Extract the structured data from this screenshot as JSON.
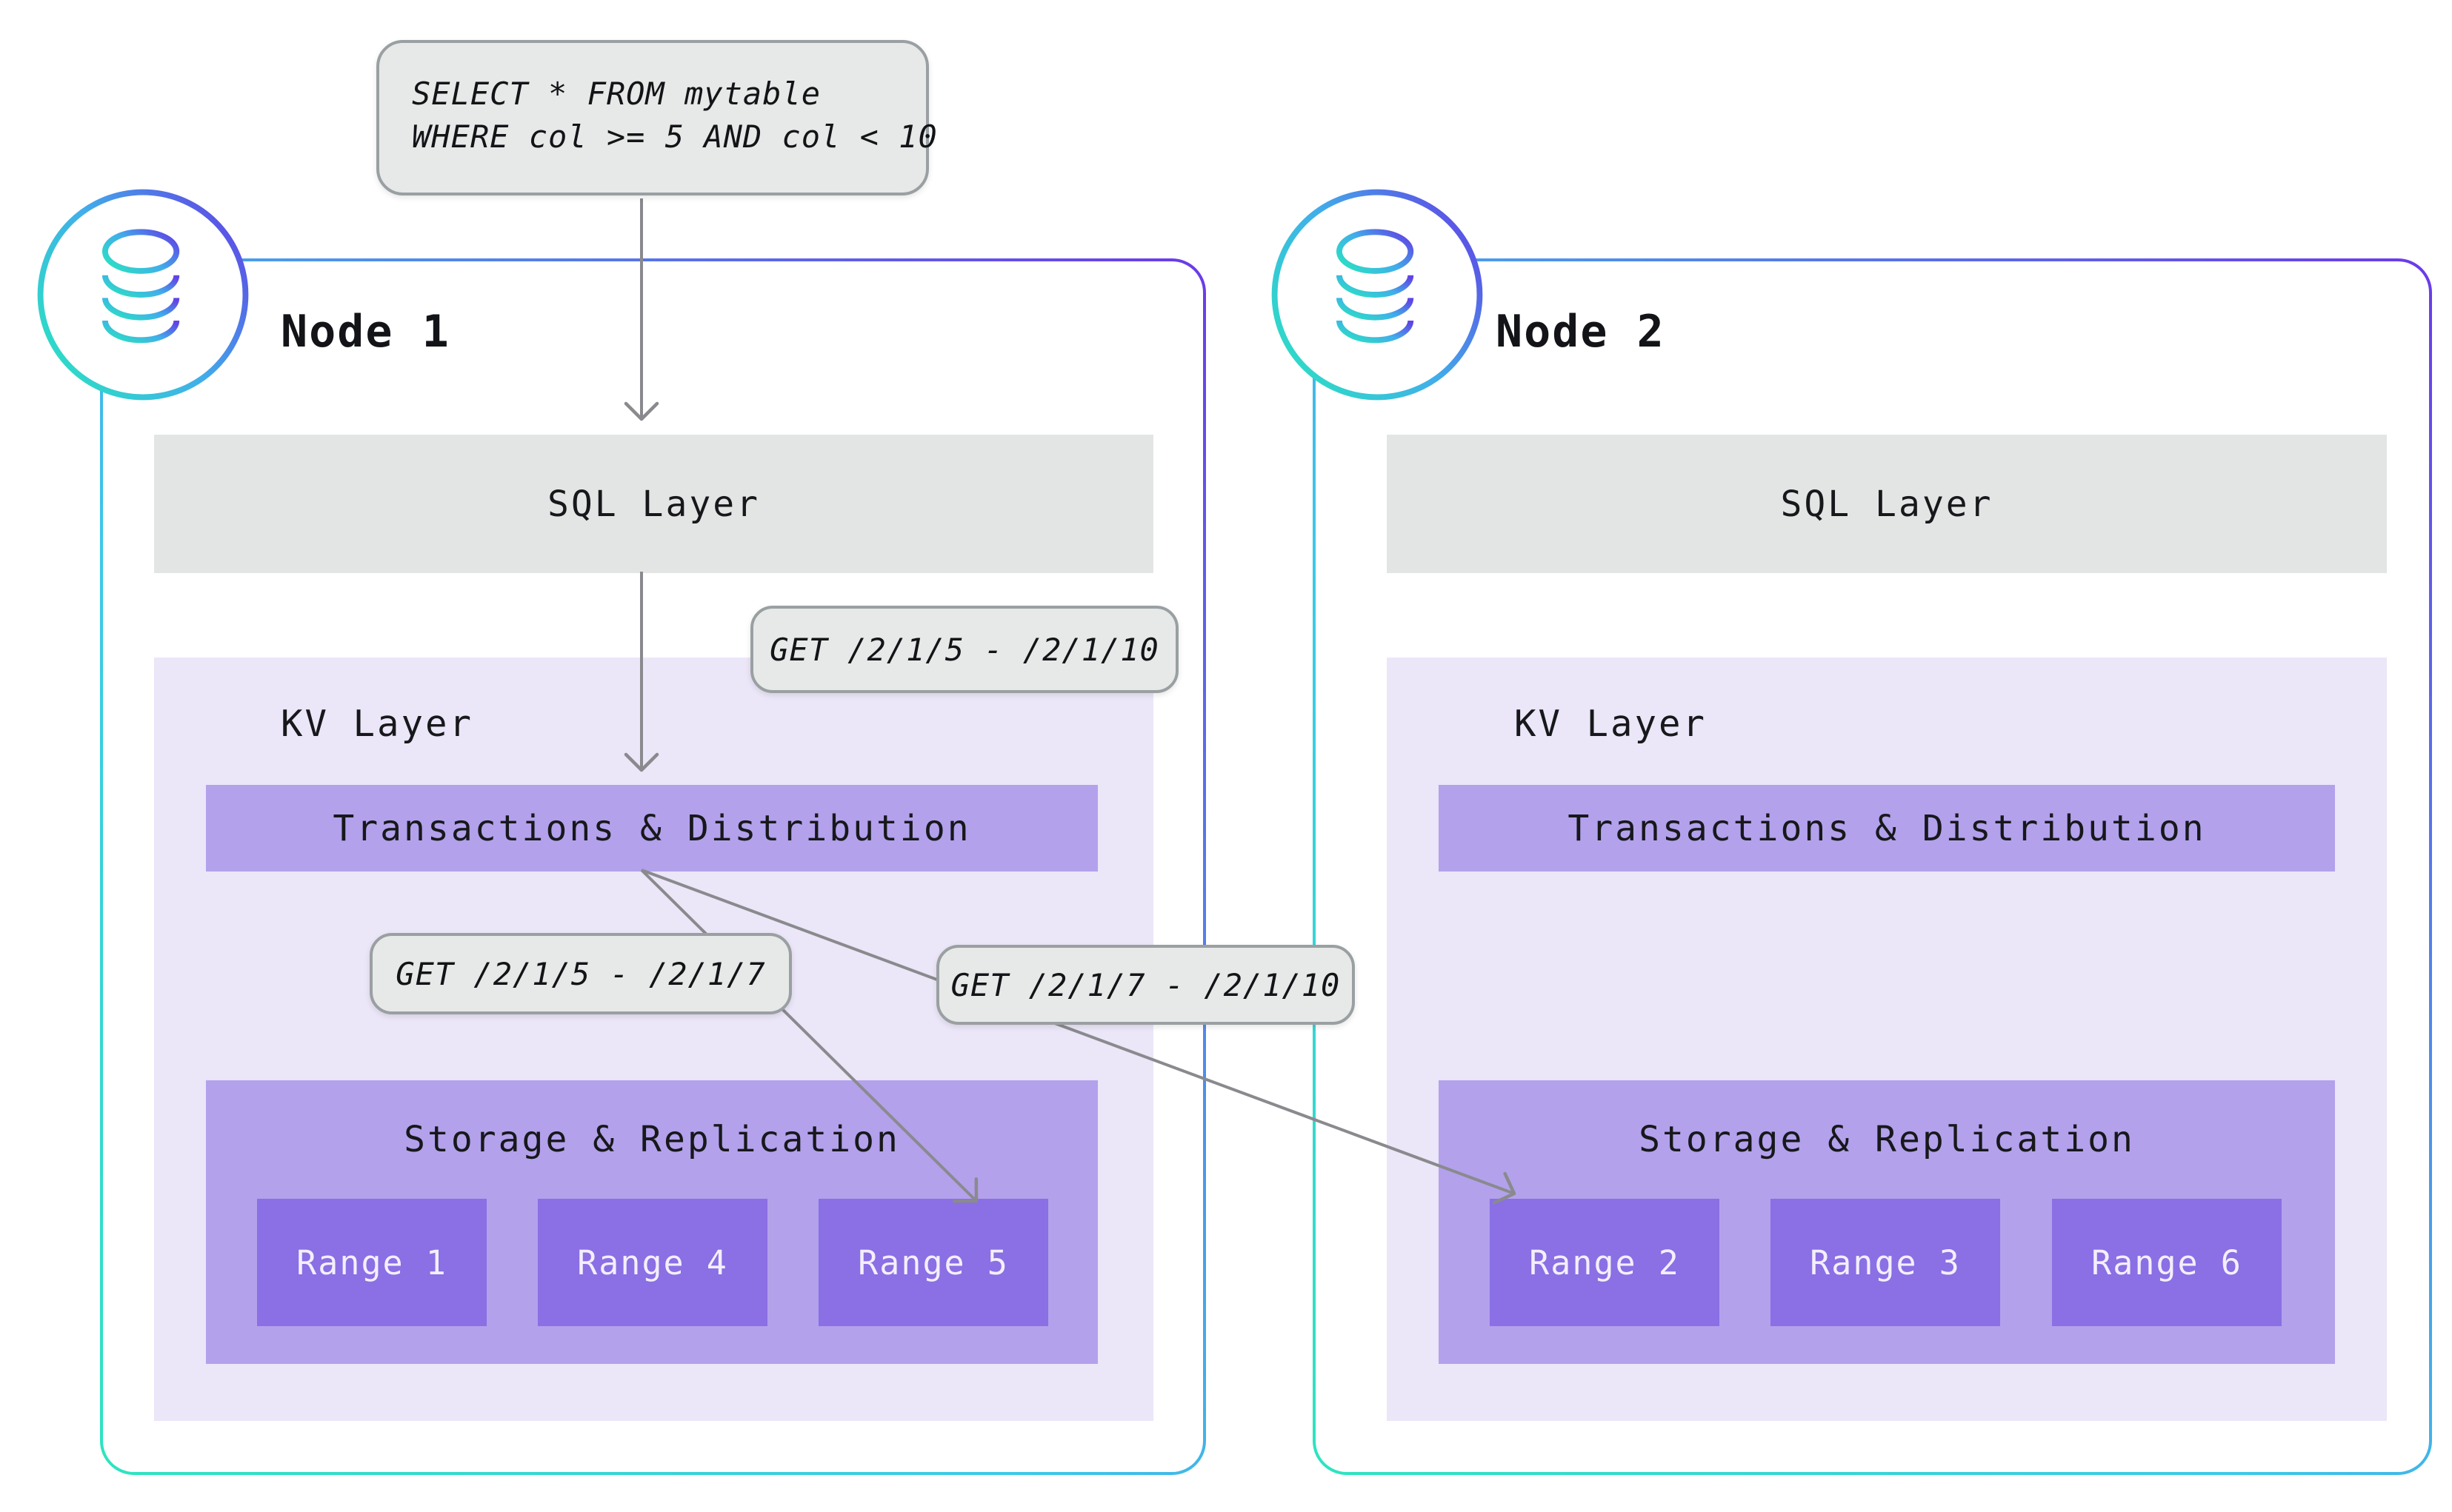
{
  "query": {
    "line1": "SELECT * FROM mytable",
    "line2": "WHERE col >= 5 AND col < 10"
  },
  "requests": {
    "full_span": "GET /2/1/5 - /2/1/10",
    "left_split": "GET /2/1/5 - /2/1/7",
    "right_split": "GET /2/1/7 - /2/1/10"
  },
  "nodes": [
    {
      "title": "Node 1",
      "sql_layer_label": "SQL Layer",
      "kv_layer_label": "KV Layer",
      "transactions_label": "Transactions & Distribution",
      "storage_label": "Storage & Replication",
      "ranges": [
        "Range 1",
        "Range 4",
        "Range 5"
      ]
    },
    {
      "title": "Node 2",
      "sql_layer_label": "SQL Layer",
      "kv_layer_label": "KV Layer",
      "transactions_label": "Transactions & Distribution",
      "storage_label": "Storage & Replication",
      "ranges": [
        "Range 2",
        "Range 3",
        "Range 6"
      ]
    }
  ],
  "colors": {
    "node_border_teal": "#2ee4bf",
    "node_border_cyan": "#3bc9e9",
    "node_border_violet": "#6b3ae9",
    "sql_bar_gray": "#e3e5e4",
    "kv_panel_lavender": "#ebe6f8",
    "layer_bar_purple": "#b3a1ec",
    "range_box_purple": "#8b6fe4",
    "range_text": "#f3effc",
    "callout_fill": "#e7e9e8",
    "callout_border": "#9aa0a2",
    "arrow_gray": "#8a8a8e",
    "text_dark": "#131417"
  }
}
